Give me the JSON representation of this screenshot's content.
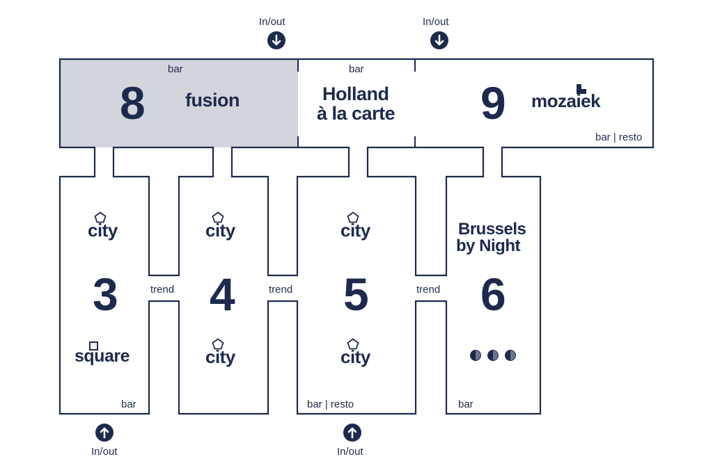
{
  "colors": {
    "ink": "#1d2a4d",
    "highlight": "#d3d5dc",
    "background": "#ffffff"
  },
  "entrances": {
    "top_left": {
      "label": "In/out",
      "icon": "arrow-down-circle-icon"
    },
    "top_right": {
      "label": "In/out",
      "icon": "arrow-down-circle-icon"
    },
    "bottom_left": {
      "label": "In/out",
      "icon": "arrow-up-circle-icon"
    },
    "bottom_center": {
      "label": "In/out",
      "icon": "arrow-up-circle-icon"
    }
  },
  "halls": {
    "h8": {
      "number": "8",
      "brand": "fusion",
      "tag": "bar",
      "highlighted": true
    },
    "holland": {
      "brand_line1": "Holland",
      "brand_line2": "à la carte",
      "tag": "bar"
    },
    "h9": {
      "number": "9",
      "brand": "mozaiek",
      "tag": "bar | resto"
    },
    "h3": {
      "number": "3",
      "brand_top": "city",
      "brand_bottom": "square",
      "tag": "bar"
    },
    "h4": {
      "number": "4",
      "brand_top": "city",
      "brand_bottom": "city"
    },
    "h5": {
      "number": "5",
      "brand_top": "city",
      "brand_bottom": "city",
      "tag": "bar | resto"
    },
    "h6": {
      "number": "6",
      "brand_line1": "Brussels",
      "brand_line2": "by Night",
      "icon": "three-dots-icon",
      "tag": "bar"
    }
  },
  "connectors": {
    "c34": {
      "label": "trend"
    },
    "c45": {
      "label": "trend"
    },
    "c56": {
      "label": "trend"
    }
  }
}
